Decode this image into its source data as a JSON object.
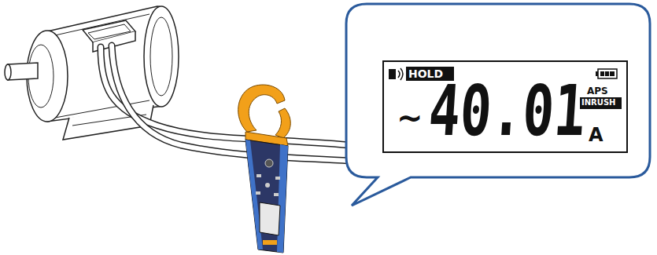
{
  "diagram": {
    "labels": [
      "HOLD",
      "~",
      "40.01",
      "APS",
      "INRUSH",
      "A"
    ]
  }
}
